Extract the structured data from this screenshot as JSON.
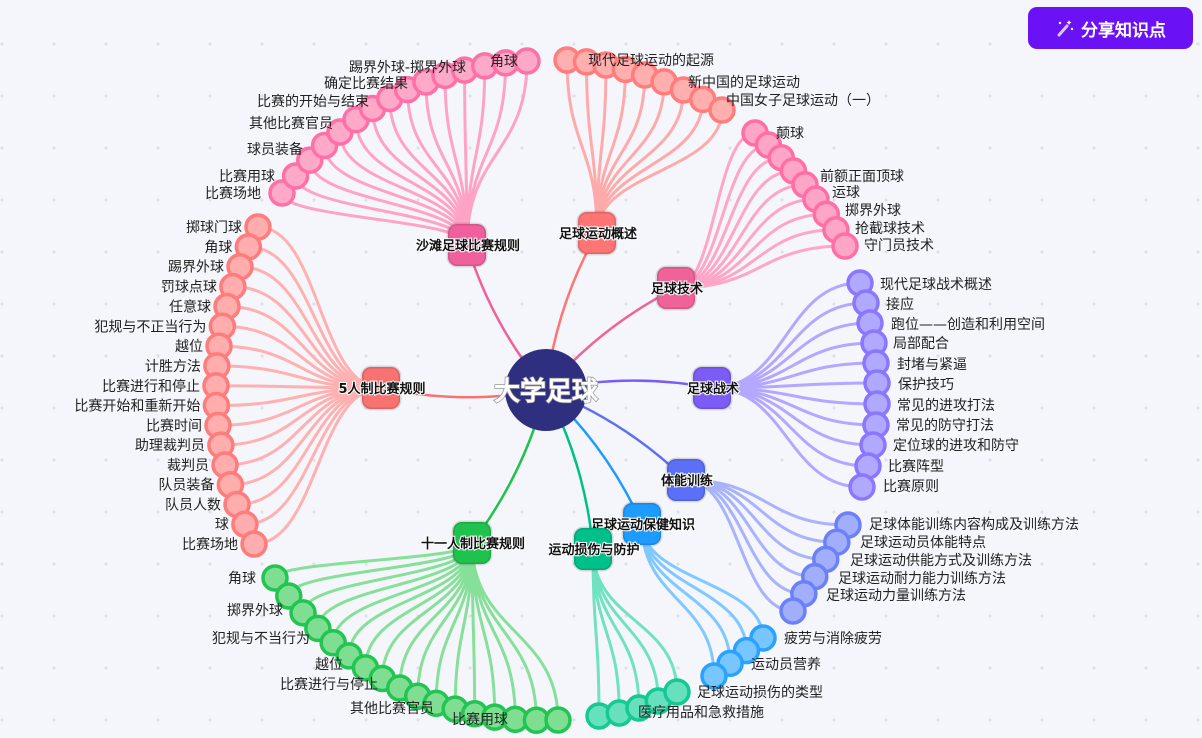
{
  "share_button": {
    "label": "分享知识点",
    "icon": "magic-wand-icon"
  },
  "root": {
    "label": "大学足球",
    "color": "#2e2f7f"
  },
  "branches": [
    {
      "id": "beach",
      "label": "沙滩足球比赛规则",
      "color": "#f0609c",
      "leaf_fill": "#ffa9c9",
      "leaf_stroke": "#ff6fa8",
      "line": "#ffa3c6",
      "leaves": [
        "角球",
        "踢界外球-掷界外球",
        "确定比赛结果",
        "比赛的开始与结束",
        "其他比赛官员",
        "球员装备",
        "比赛用球",
        "比赛场地"
      ]
    },
    {
      "id": "overview",
      "label": "足球运动概述",
      "color": "#ff7474",
      "leaf_fill": "#ffb0ae",
      "leaf_stroke": "#ff7d7d",
      "line": "#ffaaaa",
      "leaves": [
        "现代足球运动的起源",
        "新中国的足球运动",
        "中国女子足球运动（一）"
      ]
    },
    {
      "id": "tech",
      "label": "足球技术",
      "color": "#f0639a",
      "leaf_fill": "#ffa5c8",
      "leaf_stroke": "#ff6ea6",
      "line": "#ffa6c8",
      "leaves": [
        "颠球",
        "前额正面顶球",
        "运球",
        "掷界外球",
        "抢截球技术",
        "守门员技术"
      ]
    },
    {
      "id": "tactics",
      "label": "足球战术",
      "color": "#7b5cf7",
      "leaf_fill": "#b1a8ff",
      "leaf_stroke": "#8a76ff",
      "line": "#b4a7ff",
      "leaves": [
        "现代足球战术概述",
        "接应",
        "跑位——创造和利用空间",
        "局部配合",
        "封堵与紧逼",
        "保护技巧",
        "常见的进攻打法",
        "常见的防守打法",
        "定位球的进攻和防守",
        "比赛阵型",
        "比赛原则"
      ]
    },
    {
      "id": "fitness",
      "label": "体能训练",
      "color": "#5b70f6",
      "leaf_fill": "#a0aefc",
      "leaf_stroke": "#6c80f8",
      "line": "#a8b3fb",
      "leaves": [
        "足球体能训练内容构成及训练方法",
        "足球运动员体能特点",
        "足球运动供能方式及训练方法",
        "足球运动耐力能力训练方法",
        "足球运动力量训练方法"
      ]
    },
    {
      "id": "health",
      "label": "足球运动保健知识",
      "color": "#1d9bff",
      "leaf_fill": "#77c6ff",
      "leaf_stroke": "#2aa2ff",
      "line": "#80c8ff",
      "leaves": [
        "疲劳与消除疲劳",
        "运动员营养"
      ]
    },
    {
      "id": "injury",
      "label": "运动损伤与防护",
      "color": "#00c08a",
      "leaf_fill": "#66e0bd",
      "leaf_stroke": "#14c994",
      "line": "#70e2c2",
      "leaves": [
        "足球运动损伤的类型",
        "医疗用品和急救措施"
      ]
    },
    {
      "id": "eleven",
      "label": "十一人制比赛规则",
      "color": "#1fc24c",
      "leaf_fill": "#7fde92",
      "leaf_stroke": "#22c552",
      "line": "#86e09a",
      "leaves": [
        "角球",
        "掷界外球",
        "犯规与不当行为",
        "越位",
        "比赛进行与停止",
        "其他比赛官员",
        "比赛用球"
      ]
    },
    {
      "id": "five",
      "label": "5人制比赛规则",
      "color": "#f87272",
      "leaf_fill": "#ffadad",
      "leaf_stroke": "#ff7c7c",
      "line": "#ffb0b0",
      "leaves": [
        "掷球门球",
        "角球",
        "踢界外球",
        "罚球点球",
        "任意球",
        "犯规与不正当行为",
        "越位",
        "计胜方法",
        "比赛进行和停止",
        "比赛开始和重新开始",
        "比赛时间",
        "助理裁判员",
        "裁判员",
        "队员装备",
        "队员人数",
        "球",
        "比赛场地"
      ]
    }
  ]
}
